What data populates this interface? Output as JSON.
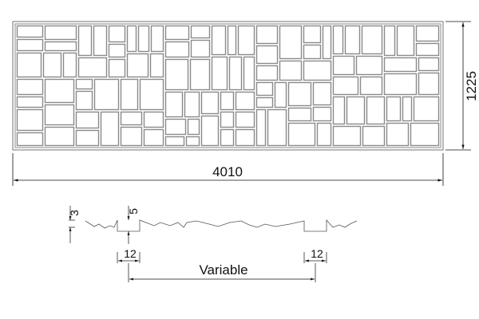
{
  "panel": {
    "width_label": "4010",
    "height_label": "1225",
    "stone_stroke_color": "#8a8a8a"
  },
  "profile": {
    "depth_label": "3",
    "groove_depth_label": "5",
    "groove_width_left_label": "12",
    "groove_width_right_label": "12",
    "spacing_label": "Variable"
  }
}
